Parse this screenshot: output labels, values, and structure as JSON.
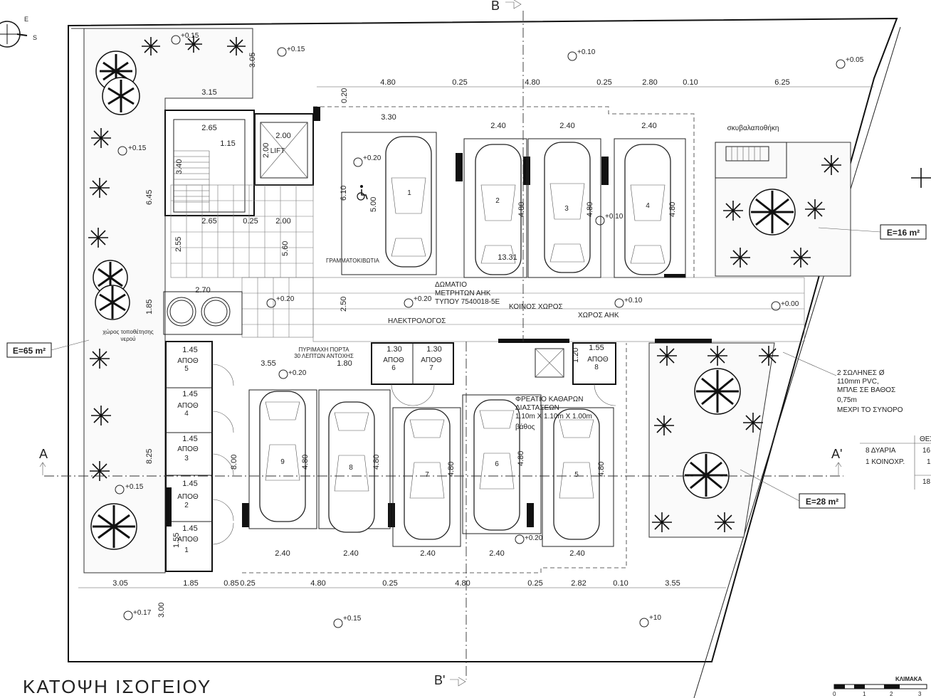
{
  "title": "ΚΑΤΟΨΗ ΙΣΟΓΕΙΟΥ",
  "section_marks": {
    "top": "B",
    "bottom": "B'",
    "left": "A",
    "right": "A'"
  },
  "compass": {
    "e": "E",
    "s": "S"
  },
  "rooms": {
    "lift": "LIFT",
    "mailboxes": "ΓΡΑΜΜΑΤΟΚΙΒΩΤΙΑ",
    "meter_room_1": "ΔΩΜΑΤΙΟ",
    "meter_room_2": "ΜΕΤΡΗΤΩΝ ΑΗΚ",
    "meter_room_3": "ΤΥΠΟΥ 7540018-5E",
    "common_area": "ΚΟΙΝΟΣ ΧΩΡΟΣ",
    "ahk_area": "ΧΩΡΟΣ ΑΗΚ",
    "electrical": "ΗΛΕΚΤΡΟΛΟΓΟΣ",
    "garbage": "σκυβαλαποθήκη",
    "water_tank_1": "χώρος τοποθέτησης",
    "water_tank_2": "νερού",
    "fire_door_1": "ΠΥΡΙΜΑΧΗ ΠΟΡΤΑ",
    "fire_door_2": "30 ΛΕΠΤΩΝ ΑΝΤΟΧΗΣ",
    "manhole_1": "ΦΡΕΑΤΙΟ ΚΑΘΑΡΩΝ",
    "manhole_2": "ΔΙΑΣΤΑΣΕΩΝ",
    "manhole_3": "1.10m X 1.10m X 1.00m",
    "manhole_4": "βάθος",
    "pipes_1": "2 ΣΩΛΗΝΕΣ  Ø",
    "pipes_2": "110mm PVC,",
    "pipes_3": "ΜΠΛΕ ΣΕ ΒΑΘΟΣ",
    "pipes_4": "0,75m",
    "pipes_5": "ΜΕΧΡΙ ΤΟ ΣΥΝΟΡΟ"
  },
  "storage": [
    {
      "label": "ΑΠΟΘ",
      "num": "5"
    },
    {
      "label": "ΑΠΟΘ",
      "num": "4"
    },
    {
      "label": "ΑΠΟΘ",
      "num": "3"
    },
    {
      "label": "ΑΠΟΘ",
      "num": "2"
    },
    {
      "label": "ΑΠΟΘ",
      "num": "1"
    },
    {
      "label": "ΑΠΟΘ",
      "num": "6"
    },
    {
      "label": "ΑΠΟΘ",
      "num": "7"
    },
    {
      "label": "ΑΠΟΘ",
      "num": "8"
    }
  ],
  "parking_numbers": [
    "1",
    "2",
    "3",
    "4",
    "9",
    "8",
    "7",
    "6",
    "5"
  ],
  "areas": {
    "left": "E=65 m²",
    "top_right": "E=16 m²",
    "bottom_right": "E=28 m²"
  },
  "levels": [
    "+0.15",
    "+0.15",
    "+0.10",
    "+0.05",
    "+0.15",
    "+0.20",
    "+0.10",
    "+0.20",
    "+0.20",
    "+0.10",
    "+0.00",
    "+0.20",
    "+0.15",
    "+0.20",
    "+0.17",
    "+0.15",
    "+10"
  ],
  "dims_top": [
    "4.80",
    "0.25",
    "4.80",
    "0.25",
    "2.80",
    "0.10",
    "6.25"
  ],
  "dims_bottom": [
    "3.05",
    "1.85",
    "0.85",
    "0.25",
    "4.80",
    "0.25",
    "4.80",
    "0.25",
    "2.82",
    "0.10",
    "3.55"
  ],
  "dims_misc": [
    "3.15",
    "3.05",
    "2.65",
    "1.15",
    "3.40",
    "6.45",
    "2.65",
    "0.25",
    "2.00",
    "2.00",
    "2.00",
    "2.55",
    "5.60",
    "2.70",
    "1.85",
    "3.30",
    "2.40",
    "2.40",
    "2.40",
    "6.10",
    "5.00",
    "4.80",
    "4.80",
    "4.80",
    "13.31",
    "0.20",
    "2.50",
    "1.45",
    "1.45",
    "1.45",
    "1.45",
    "1.45",
    "1.55",
    "1.30",
    "1.30",
    "1.55",
    "1.80",
    "3.55",
    "8.25",
    "8.00",
    "4.80",
    "4.80",
    "4.80",
    "4.80",
    "4.80",
    "2.40",
    "2.40",
    "2.40",
    "2.40",
    "2.40",
    "3.00",
    "1.20"
  ],
  "legend": {
    "header": "ΘΕΣ",
    "row1": "8 ΔΥΑΡΙΑ",
    "row1_val": "16",
    "row2": "1 ΚΟΙΝΟΧΡ.",
    "row2_val": "1",
    "total": "18"
  },
  "scale": {
    "label": "ΚΛΙΜΑΚΑ",
    "ticks": [
      "0",
      "1",
      "2",
      "3"
    ]
  }
}
